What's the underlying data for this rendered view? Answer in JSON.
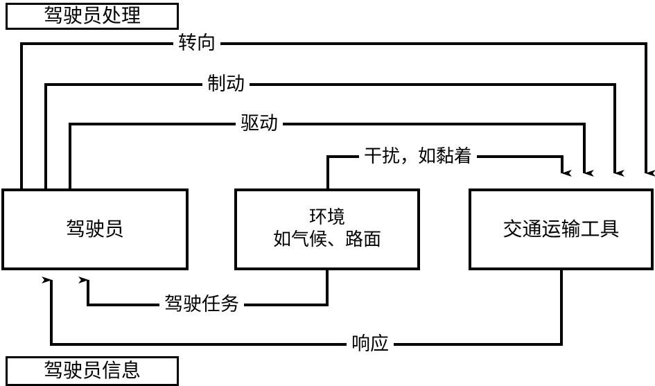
{
  "diagram": {
    "title_box": {
      "label": "驾驶员处理"
    },
    "footer_box": {
      "label": "驾驶员信息"
    },
    "nodes": [
      {
        "id": "driver",
        "line1": "驾驶员",
        "line2": ""
      },
      {
        "id": "environment",
        "line1": "环境",
        "line2": "如气候、路面"
      },
      {
        "id": "vehicle",
        "line1": "交通运输工具",
        "line2": ""
      }
    ],
    "edge_labels": [
      {
        "id": "steering",
        "label": "转向"
      },
      {
        "id": "braking",
        "label": "制动"
      },
      {
        "id": "driving",
        "label": "驱动"
      },
      {
        "id": "disturbance",
        "label": "干扰，如黏着"
      },
      {
        "id": "driving-task",
        "label": "驾驶任务"
      },
      {
        "id": "response",
        "label": "响应"
      }
    ],
    "colors": {
      "stroke": "#000000",
      "background": "#ffffff",
      "text": "#000000"
    }
  }
}
